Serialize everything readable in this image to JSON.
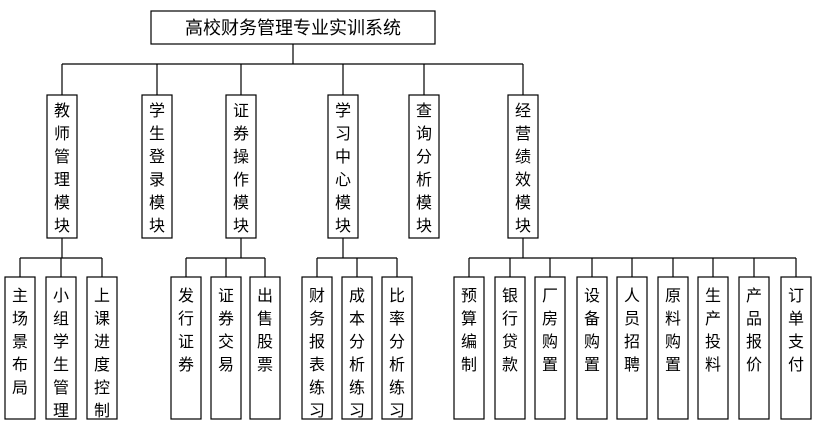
{
  "title": "高校财务管理专业实训系统",
  "level1": [
    "教师管理模块",
    "学生登录模块",
    "证券操作模块",
    "学习中心模块",
    "查询分析模块",
    "经营绩效模块"
  ],
  "teacher_children": [
    "主场景布局",
    "小组学生管理",
    "上课进度控制"
  ],
  "securities_children": [
    "发行证券",
    "证券交易",
    "出售股票"
  ],
  "learning_children": [
    "财务报表练习",
    "成本分析练习",
    "比率分析练习"
  ],
  "operations_children": [
    "预算编制",
    "银行贷款",
    "厂房购置",
    "设备购置",
    "人员招聘",
    "原料购置",
    "生产投料",
    "产品报价",
    "订单支付"
  ]
}
